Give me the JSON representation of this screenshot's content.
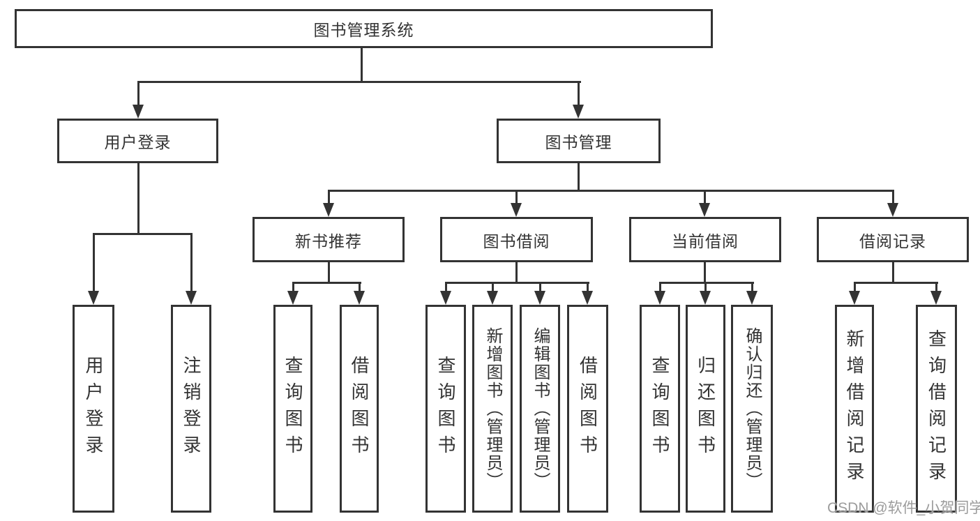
{
  "diagram": {
    "root": {
      "label": "图书管理系统"
    },
    "level2": [
      {
        "label": "用户登录"
      },
      {
        "label": "图书管理"
      }
    ],
    "level3": [
      {
        "label": "新书推荐"
      },
      {
        "label": "图书借阅"
      },
      {
        "label": "当前借阅"
      },
      {
        "label": "借阅记录"
      }
    ],
    "leaves": {
      "user_login": [
        "用户登录",
        "注销登录"
      ],
      "new_book": [
        "查询图书",
        "借阅图书"
      ],
      "book_borrow": [
        "查询图书",
        "新增图书（管理员）",
        "编辑图书（管理员）",
        "借阅图书"
      ],
      "current_borrow": [
        "查询图书",
        "归还图书",
        "确认归还（管理员）"
      ],
      "borrow_record": [
        "新增借阅记录",
        "查询借阅记录"
      ]
    }
  },
  "watermark": {
    "text": "CSDN @软件_小贺同学"
  },
  "colors": {
    "line": "#333333",
    "text": "#333333",
    "watermark": "#9c9c9c",
    "background": "#ffffff"
  }
}
